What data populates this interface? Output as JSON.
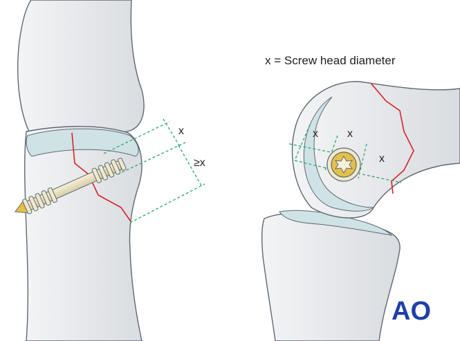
{
  "legend": {
    "text": "x = Screw head diameter"
  },
  "left_view": {
    "label_x": "x",
    "label_ge_x": "≥x"
  },
  "right_view": {
    "label_x_left": "x",
    "label_x_top": "x",
    "label_x_right": "x"
  },
  "logo": {
    "text": "AO"
  },
  "colors": {
    "bone_fill": "#eceef0",
    "bone_stroke": "#5f6770",
    "cartilage": "#cfe3e6",
    "fracture_line": "#d8202a",
    "guide_line": "#2aa86f",
    "screw": "#e7e0c4",
    "screw_head": "#e3c04a",
    "logo": "#1e40a8"
  }
}
